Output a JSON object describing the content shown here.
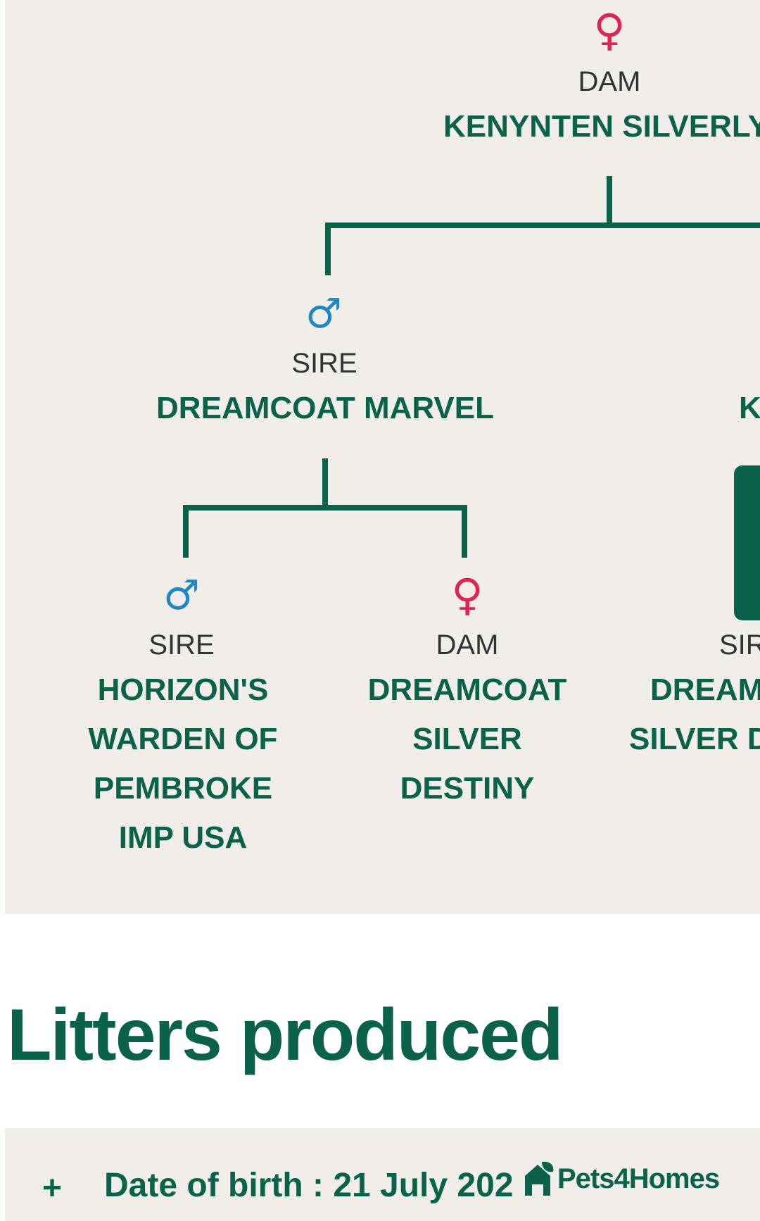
{
  "pedigree": {
    "dam": {
      "role": "DAM",
      "name": "KENYNTEN SILVERLY",
      "symbol": "♀"
    },
    "sire": {
      "role": "SIRE",
      "name": "DREAMCOAT MARVEL",
      "symbol": "♂"
    },
    "partial_right_name": "K",
    "sire_sire": {
      "role": "SIRE",
      "name_lines": [
        "HORIZON'S",
        "WARDEN OF",
        "PEMBROKE",
        "IMP USA"
      ],
      "symbol": "♂"
    },
    "sire_dam": {
      "role": "DAM",
      "name_lines": [
        "DREAMCOAT",
        "SILVER",
        "DESTINY"
      ],
      "symbol": "♀"
    },
    "right_partial": {
      "role": "SIR",
      "name_lines": [
        "DREAM",
        "SILVER D"
      ]
    }
  },
  "litters": {
    "title": "Litters produced",
    "expand_symbol": "+",
    "dob_label": "Date of birth : 21 July 202"
  },
  "brand": {
    "name": "Pets4Homes"
  },
  "colors": {
    "green": "#0b624b",
    "female": "#e02353",
    "male": "#1f87c4",
    "panel": "#f1eee9"
  }
}
